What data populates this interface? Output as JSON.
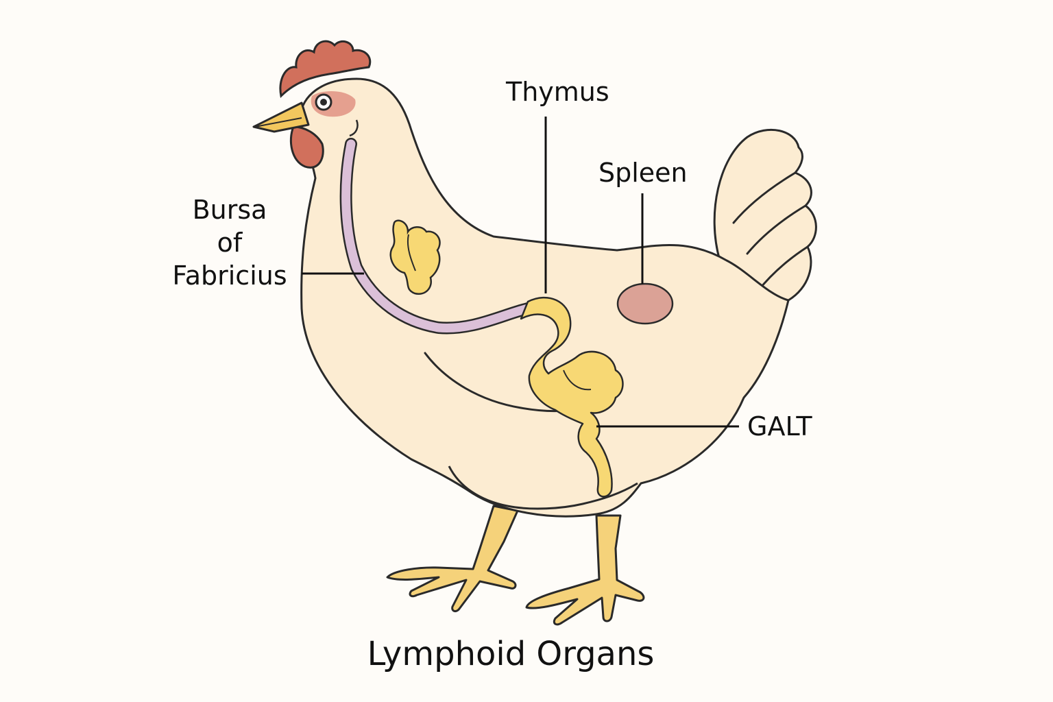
{
  "title": "Lymphoid Organs",
  "labels": {
    "thymus": "Thymus",
    "spleen": "Spleen",
    "bursa": [
      "Bursa",
      "of",
      "Fabricius"
    ],
    "galt": "GALT"
  },
  "colors": {
    "body": "#fcecd2",
    "body_light": "#fdf1df",
    "outline": "#2a2a2a",
    "comb": "#d1705c",
    "beak": "#f2c75e",
    "organ": "#f7d874",
    "spleen": "#dba296",
    "esophagus": "#dbc0d8",
    "legs": "#f5d27a"
  }
}
